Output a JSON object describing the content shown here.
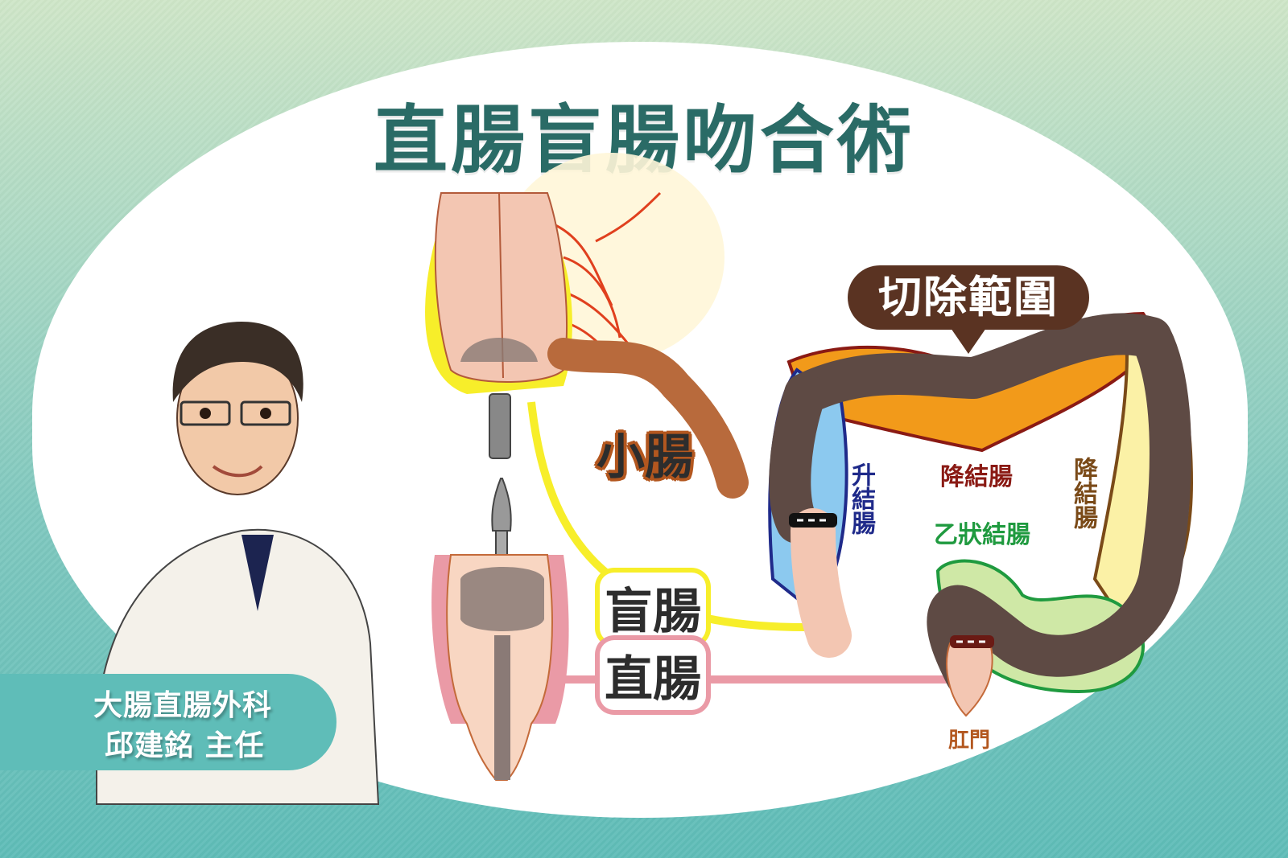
{
  "title": "直腸盲腸吻合術",
  "labels": {
    "small_intestine": "小腸",
    "cecum": "盲腸",
    "rectum": "直腸",
    "resection_range": "切除範圍",
    "ascending_colon": "升結腸",
    "transverse_colon": "降結腸",
    "descending_colon": "降結腸",
    "sigmoid_colon": "乙狀結腸",
    "anus": "肛門"
  },
  "doctor": {
    "department": "大腸直腸外科",
    "name_title": "邱建銘 主任"
  },
  "colors": {
    "title": "#2a6b66",
    "bubble": "#5a3322",
    "cecum_highlight": "#f7ee2a",
    "rectum_highlight": "#ea9aa6",
    "resection_orange": "#f29a1a",
    "ascending_blue": "#8cc9ef",
    "descending_yellow": "#fbf1a6",
    "sigmoid_green": "#cfe8a6",
    "colon_brown": "#5e4a44",
    "teal": "#5fbdb8"
  }
}
